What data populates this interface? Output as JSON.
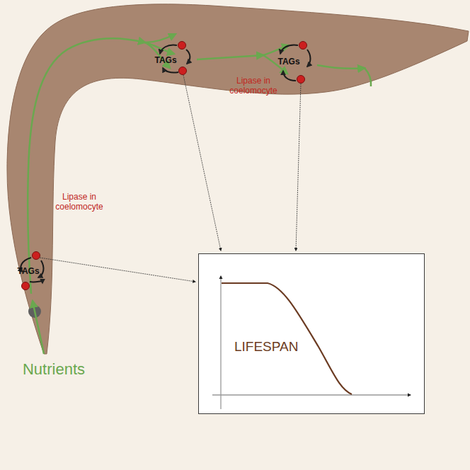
{
  "diagram": {
    "nodes": [
      {
        "text": [
          "LIFESPAN"
        ]
      }
    ],
    "labels": [
      "TAGs",
      "TAGs",
      "TAGs",
      "Lipase in coelomocyte",
      "Lipase in coelomocyte",
      "Nutrients"
    ]
  }
}
